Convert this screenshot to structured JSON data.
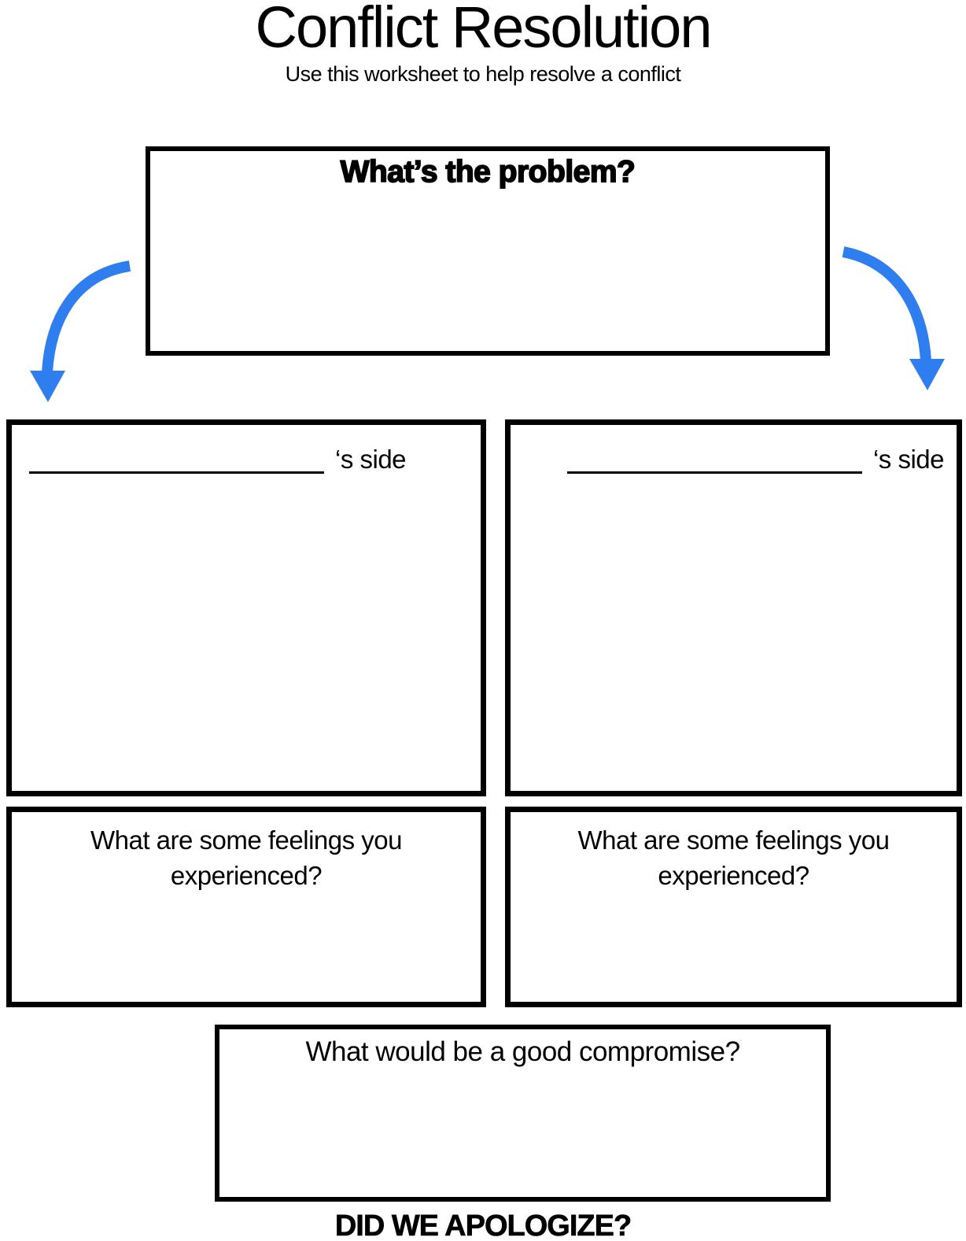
{
  "header": {
    "title": "Conflict Resolution",
    "subtitle": "Use this worksheet to help resolve a conflict"
  },
  "problem_box": {
    "heading": "What’s the problem?"
  },
  "sides": {
    "left": {
      "label": "‘s side"
    },
    "right": {
      "label": "‘s side"
    }
  },
  "feelings": {
    "left": {
      "question": "What are some feelings you experienced?"
    },
    "right": {
      "question": "What are some feelings you experienced?"
    }
  },
  "compromise_box": {
    "heading": "What would be a good compromise?"
  },
  "footer": {
    "question": "DID WE APOLOGIZE?"
  },
  "icons": {
    "left_arrow": "curved-arrow-down-left",
    "right_arrow": "curved-arrow-down-right"
  },
  "colors": {
    "arrow_blue": "#2e7ef0",
    "ink": "#000000",
    "paper": "#ffffff"
  }
}
